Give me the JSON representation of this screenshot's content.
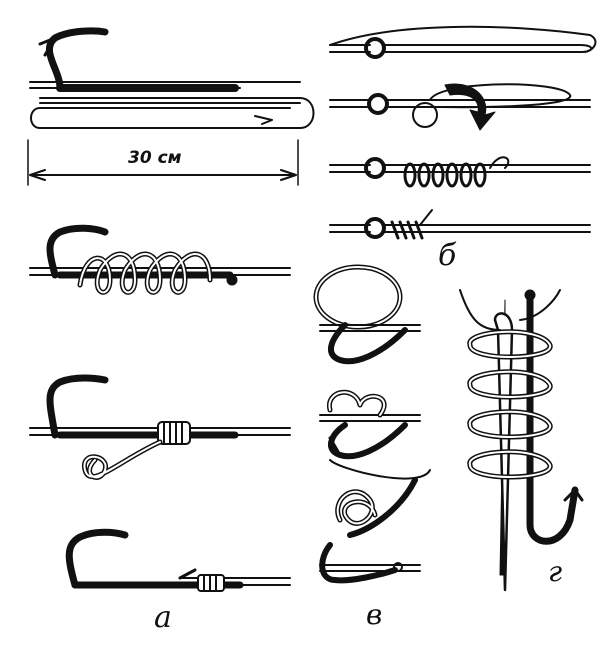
{
  "figure": {
    "measure_label": "30 см",
    "panel_labels": {
      "a": "а",
      "b": "б",
      "v": "в",
      "g": "г"
    }
  }
}
